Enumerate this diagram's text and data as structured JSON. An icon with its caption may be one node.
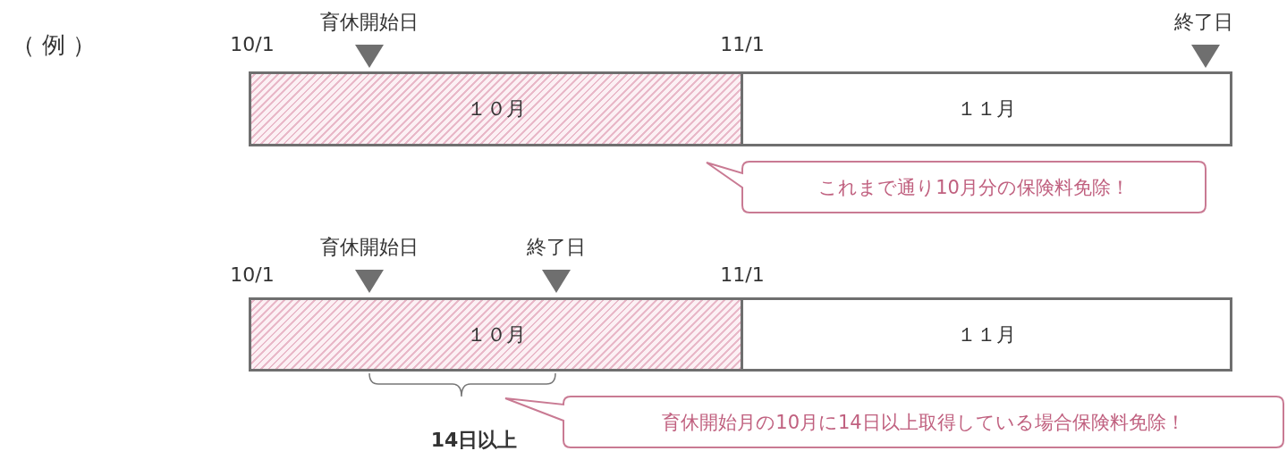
{
  "diagram": {
    "nodes": [
      {
        "text": [
          "１０月"
        ]
      },
      {
        "text": [
          "１１月"
        ]
      },
      {
        "text": [
          "これまで通り10月分の保険料免除！"
        ]
      },
      {
        "text": [
          "１０月"
        ]
      },
      {
        "text": [
          "１１月"
        ]
      },
      {
        "text": [
          "育休開始月の10月に14日以上取得している場合保険料免除！"
        ]
      }
    ],
    "edges": [],
    "labels": [
      "（ 例 ）",
      "育休開始日",
      "終了日",
      "10/1",
      "11/1",
      "育休開始日",
      "終了日",
      "10/1",
      "11/1",
      "14日以上"
    ]
  }
}
